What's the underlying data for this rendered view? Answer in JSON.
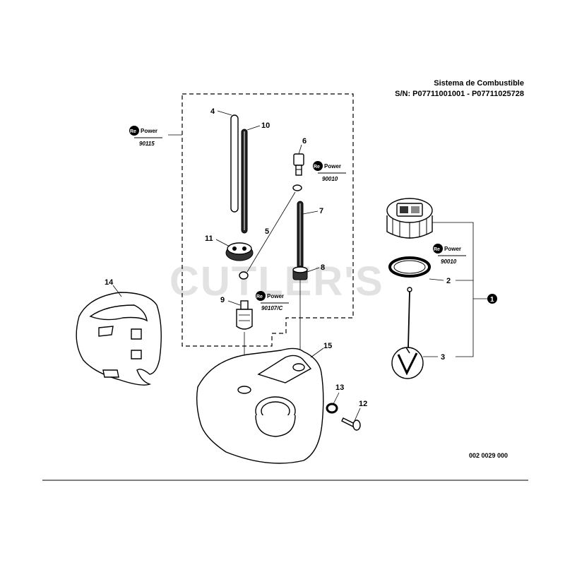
{
  "title": {
    "line1": "Sistema de Combustible",
    "line2": "S/N: P07711001001 - P07711025728"
  },
  "watermark": "CUTLER'S",
  "figure_code": "002 0029 000",
  "part_labels": {
    "p1": "1",
    "p2": "2",
    "p3": "3",
    "p4": "4",
    "p5": "5",
    "p6": "6",
    "p7": "7",
    "p8": "8",
    "p9": "9",
    "p10": "10",
    "p11": "11",
    "p12": "12",
    "p13": "13",
    "p14": "14",
    "p15": "15"
  },
  "repower_badges": [
    {
      "re": "Re",
      "brand": "Power",
      "code": "90115"
    },
    {
      "re": "Re",
      "brand": "Power",
      "code": "90010"
    },
    {
      "re": "Re",
      "brand": "Power",
      "code": "90107/C"
    },
    {
      "re": "Re",
      "brand": "Power",
      "code": "90010"
    }
  ],
  "colors": {
    "line": "#000000",
    "watermark": "#d9d9d9",
    "background": "#ffffff"
  }
}
